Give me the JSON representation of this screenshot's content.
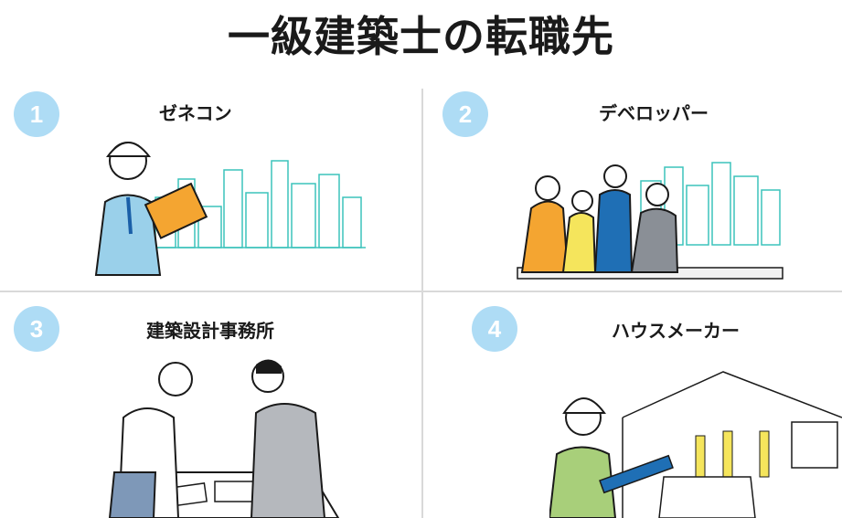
{
  "title": "一級建築士の転職先",
  "cards": [
    {
      "number": "1",
      "label": "ゼネコン",
      "icon": "construction-worker-with-clipboard-and-city"
    },
    {
      "number": "2",
      "label": "デベロッパー",
      "icon": "team-meeting-with-city"
    },
    {
      "number": "3",
      "label": "建築設計事務所",
      "icon": "architects-discussing-plans"
    },
    {
      "number": "4",
      "label": "ハウスメーカー",
      "icon": "worker-with-house-interior"
    }
  ],
  "colors": {
    "badge": "#aedcf5",
    "divider": "#d9d9d9",
    "city": "#3cc3bc",
    "workwear": "#9ad0ea",
    "clipboard": "#f4a531"
  }
}
